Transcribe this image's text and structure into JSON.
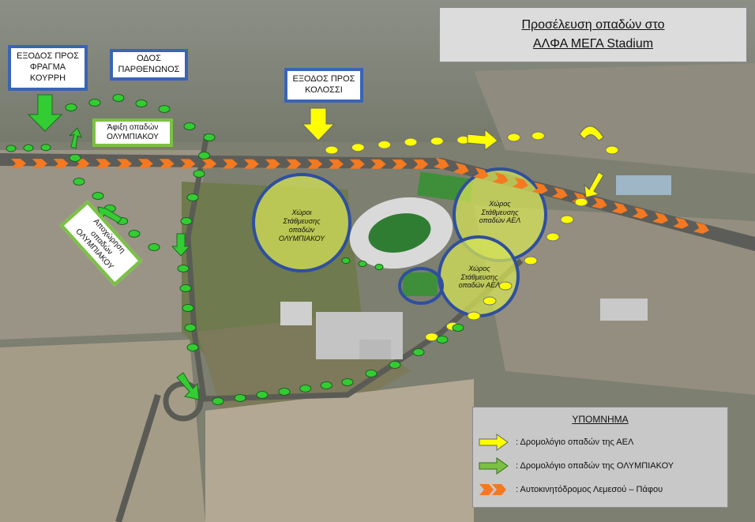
{
  "title": {
    "line1": "Προσέλευση οπαδών στο",
    "line2": "ΑΛΦΑ ΜΕΓΑ Stadium"
  },
  "labels": {
    "exit_fragma": [
      "ΕΞΟΔΟΣ ΠΡΟΣ",
      "ΦΡΑΓΜΑ",
      "ΚΟΥΡΡΗ"
    ],
    "odos_parthenonos": [
      "ΟΔΟΣ",
      "ΠΑΡΘΕΝΩΝΟΣ"
    ],
    "exit_kolossi": [
      "ΕΞΟΔΟΣ ΠΡΟΣ",
      "ΚΟΛΟΣΣΙ"
    ],
    "arrival_olympiakos": [
      "Άφιξη οπαδών",
      "ΟΛΥΜΠΙΑΚΟΥ"
    ],
    "departure_olympiakos": [
      "Αποχώρηση",
      "οπαδών",
      "ΟΛΥΜΠΙΑΚΟΥ"
    ]
  },
  "zones": {
    "olympiakos_parking": [
      "Χώροι",
      "Στάθμευσης",
      "οπαδών",
      "ΟΛΥΜΠΙΑΚΟΥ"
    ],
    "ael_parking_1": [
      "Χώρος",
      "Στάθμευσης",
      "οπαδών ΑΕΛ"
    ],
    "ael_parking_2": [
      "Χώρος",
      "Στάθμευσης",
      "οπαδών ΑΕΛ"
    ]
  },
  "legend": {
    "title": "ΥΠΟΜΝΗΜΑ",
    "items": [
      {
        "symbol": "yellow-arrow",
        "text": ":  Δρομολόγιο οπαδών της ΑΕΛ"
      },
      {
        "symbol": "green-arrow",
        "text": ":  Δρομολόγιο οπαδών της ΟΛΥΜΠΙΑΚΟΥ"
      },
      {
        "symbol": "orange-chevrons",
        "text": ":  Αυτοκινητόδρομος Λεμεσού – Πάφου"
      }
    ]
  },
  "colors": {
    "ael_route": "#ffff00",
    "olympiakos_route": "#33cc33",
    "highway": "#f47920",
    "label_border_blue": "#3a64b4",
    "label_border_green": "#7ac143",
    "zone_ring": "#2f4f9e",
    "zone_fill": "#d4e157"
  }
}
